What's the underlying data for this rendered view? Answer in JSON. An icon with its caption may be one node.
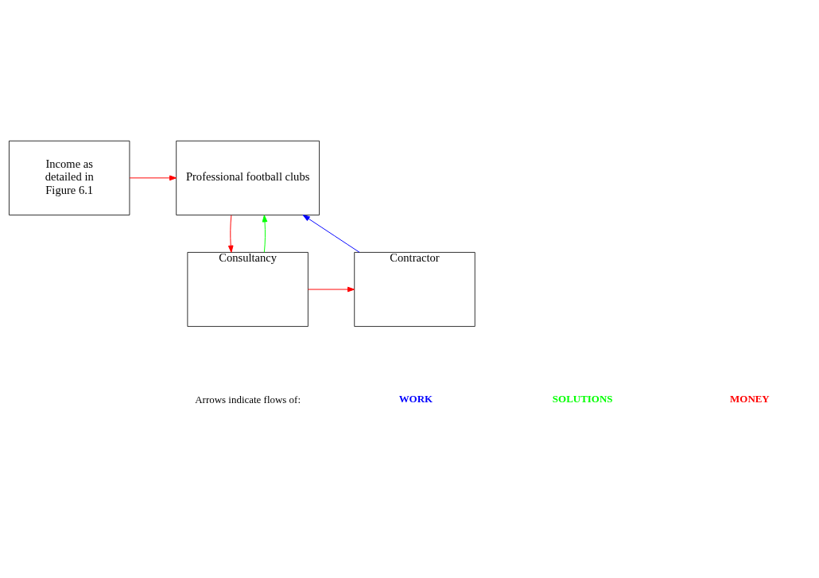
{
  "diagram": {
    "nodes": [
      {
        "text": [
          "Income as detailed in Figure 6.1"
        ]
      },
      {
        "text": [
          "Professional football clubs"
        ]
      },
      {
        "text": [
          "Consultancy"
        ]
      },
      {
        "text": [
          "Contractor"
        ]
      }
    ],
    "edges": [
      {
        "from": 0,
        "to": 1,
        "arrow": "to"
      },
      {
        "from": 1,
        "to": 2,
        "arrow": "to"
      },
      {
        "from": 2,
        "to": 1,
        "arrow": "to",
        "color": "#00ff00"
      },
      {
        "from": 2,
        "to": 3,
        "arrow": "to"
      },
      {
        "from": 3,
        "to": 1,
        "arrow": "to",
        "color": "#0000ff"
      }
    ],
    "labels": [
      "Arrows indicate flows of:"
    ],
    "legend": [
      {
        "text": "WORK",
        "color": "#0000ff"
      },
      {
        "text": "SOLUTIONS",
        "color": "#00ff00"
      },
      {
        "text": "MONEY",
        "color": "#ff0000"
      }
    ]
  }
}
